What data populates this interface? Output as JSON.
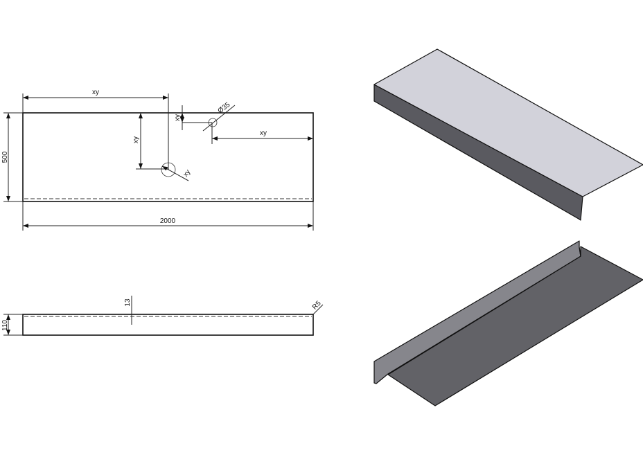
{
  "top_view": {
    "length_label": "2000",
    "width_label": "500",
    "hole1_x_label": "xy",
    "hole1_y_label": "xy",
    "hole1_diameter_label": "xy",
    "hole2_x_label": "xy",
    "hole2_y_label": "xy",
    "hole2_diameter_label": "Ø35"
  },
  "side_view": {
    "height_label": "110",
    "thickness_label": "13",
    "radius_label": "R5"
  },
  "colors": {
    "top_face": "#d2d2da",
    "front_face": "#5a5a60",
    "underside": "#626267",
    "flange": "#86868c"
  }
}
